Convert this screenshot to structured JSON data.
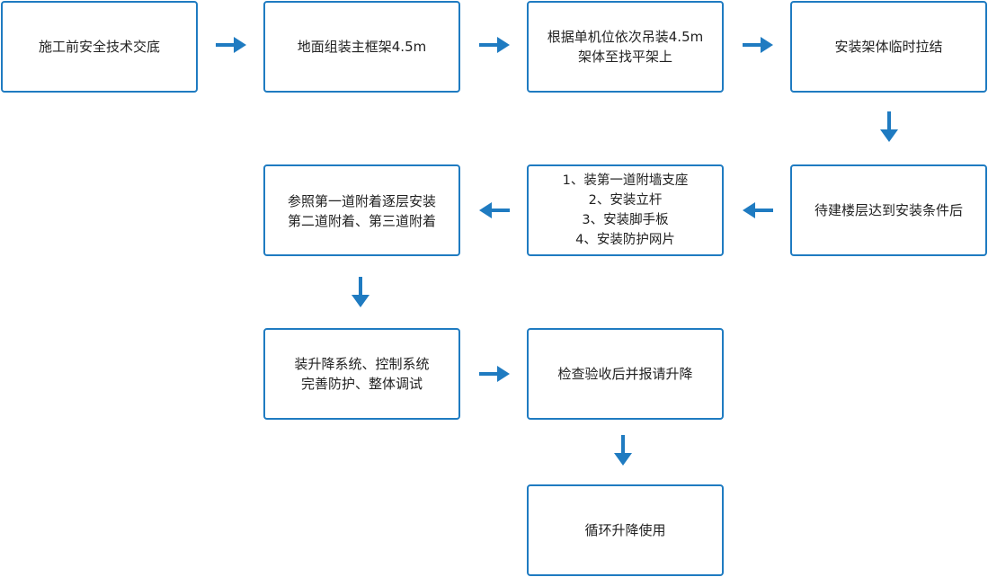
{
  "colors": {
    "box_border": "#1f7bc1",
    "arrow": "#1f7bc1",
    "text": "#222222",
    "background": "#ffffff"
  },
  "steps": [
    {
      "id": "step-1",
      "lines": [
        "施工前安全技术交底"
      ]
    },
    {
      "id": "step-2",
      "lines": [
        "地面组装主框架4.5m"
      ]
    },
    {
      "id": "step-3",
      "lines": [
        "根据单机位依次吊装4.5m",
        "架体至找平架上"
      ]
    },
    {
      "id": "step-4",
      "lines": [
        "安装架体临时拉结"
      ]
    },
    {
      "id": "step-5",
      "lines": [
        "待建楼层达到安装条件后"
      ]
    },
    {
      "id": "step-6",
      "lines": [
        "1、装第一道附墙支座",
        "2、安装立杆",
        "3、安装脚手板",
        "4、安装防护网片"
      ]
    },
    {
      "id": "step-7",
      "lines": [
        "参照第一道附着逐层安装",
        "第二道附着、第三道附着"
      ]
    },
    {
      "id": "step-8",
      "lines": [
        "装升降系统、控制系统",
        "完善防护、整体调试"
      ]
    },
    {
      "id": "step-9",
      "lines": [
        "检查验收后并报请升降"
      ]
    },
    {
      "id": "step-10",
      "lines": [
        "循环升降使用"
      ]
    }
  ],
  "arrows": [
    {
      "from": "step-1",
      "to": "step-2",
      "direction": "right"
    },
    {
      "from": "step-2",
      "to": "step-3",
      "direction": "right"
    },
    {
      "from": "step-3",
      "to": "step-4",
      "direction": "right"
    },
    {
      "from": "step-4",
      "to": "step-5",
      "direction": "down"
    },
    {
      "from": "step-5",
      "to": "step-6",
      "direction": "left"
    },
    {
      "from": "step-6",
      "to": "step-7",
      "direction": "left"
    },
    {
      "from": "step-7",
      "to": "step-8",
      "direction": "down"
    },
    {
      "from": "step-8",
      "to": "step-9",
      "direction": "right"
    },
    {
      "from": "step-9",
      "to": "step-10",
      "direction": "down"
    }
  ]
}
